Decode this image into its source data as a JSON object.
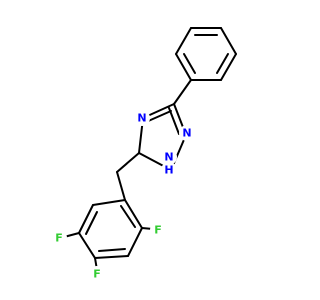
{
  "colors": {
    "bond": "#000000",
    "nitrogen": "#0000ff",
    "fluorine": "#33cc33",
    "background": "#ffffff"
  },
  "atom_labels": {
    "n4": "N",
    "n2": "N",
    "n1h": "N",
    "n1h_hydrogen": "H",
    "f3": "F",
    "f4": "F",
    "f5": "F"
  }
}
